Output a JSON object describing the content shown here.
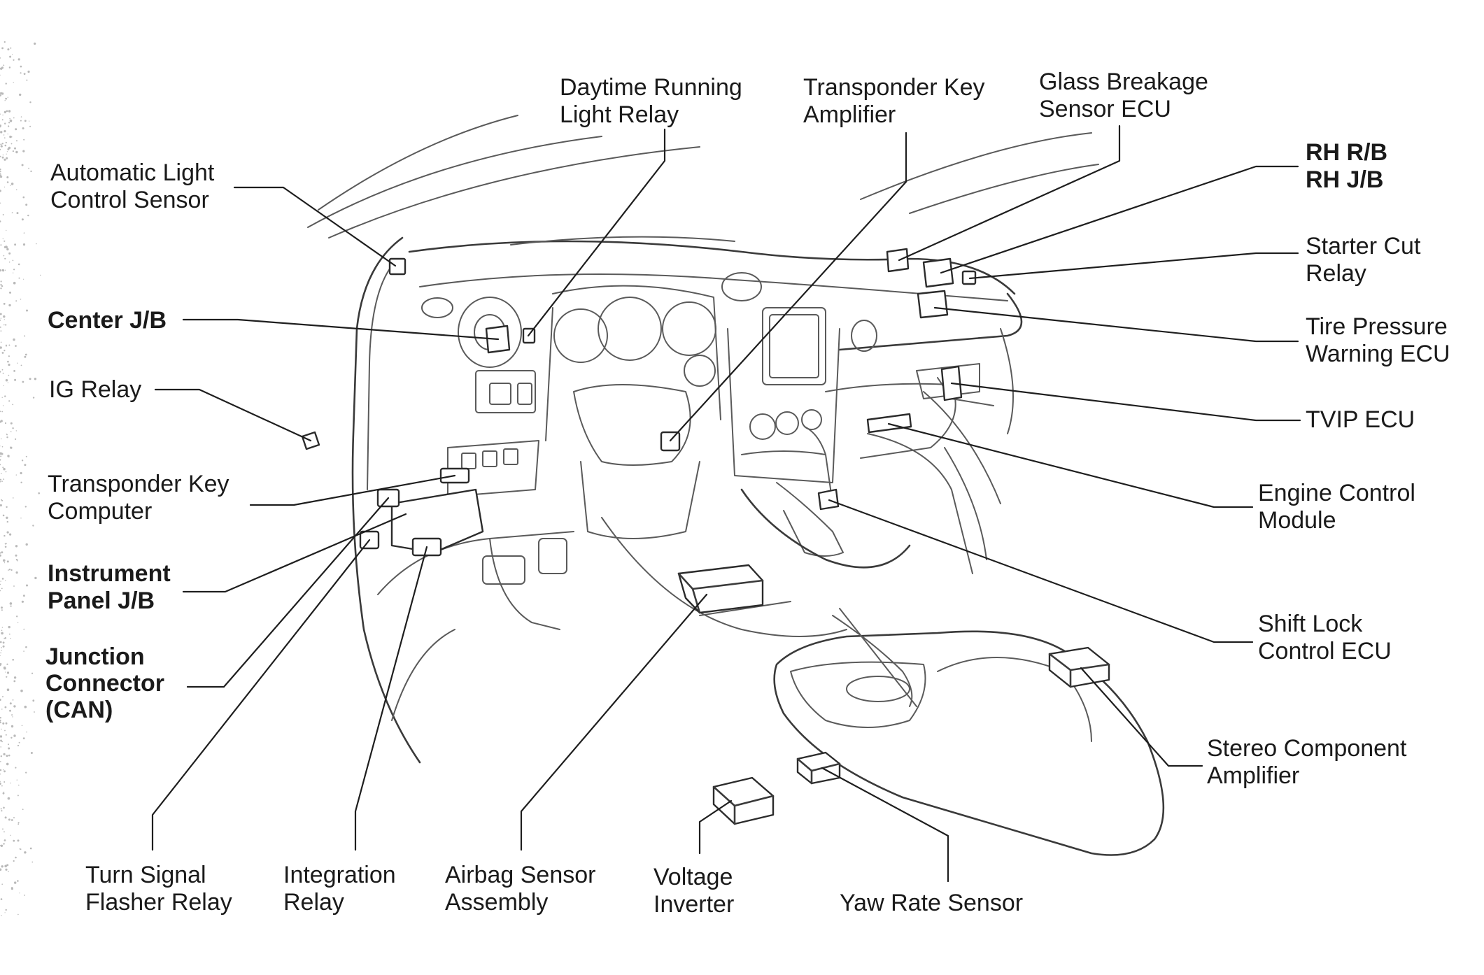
{
  "labels": [
    {
      "id": "daytime-running-light-relay",
      "lines": [
        "Daytime Running",
        "Light Relay"
      ],
      "bold": false
    },
    {
      "id": "transponder-key-amplifier",
      "lines": [
        "Transponder Key",
        "Amplifier"
      ],
      "bold": false
    },
    {
      "id": "glass-breakage-sensor-ecu",
      "lines": [
        "Glass Breakage",
        "Sensor ECU"
      ],
      "bold": false
    },
    {
      "id": "rh-rb-rh-jb",
      "lines": [
        "RH R/B",
        "RH J/B"
      ],
      "bold": true
    },
    {
      "id": "automatic-light-control-sensor",
      "lines": [
        "Automatic Light",
        "Control Sensor"
      ],
      "bold": false
    },
    {
      "id": "starter-cut-relay",
      "lines": [
        "Starter Cut",
        "Relay"
      ],
      "bold": false
    },
    {
      "id": "tire-pressure-warning-ecu",
      "lines": [
        "Tire Pressure",
        "Warning ECU"
      ],
      "bold": false
    },
    {
      "id": "center-jb",
      "lines": [
        "Center J/B"
      ],
      "bold": true
    },
    {
      "id": "ig-relay",
      "lines": [
        "IG Relay"
      ],
      "bold": false
    },
    {
      "id": "tvip-ecu",
      "lines": [
        "TVIP ECU"
      ],
      "bold": false
    },
    {
      "id": "transponder-key-computer",
      "lines": [
        "Transponder Key",
        "Computer"
      ],
      "bold": false
    },
    {
      "id": "engine-control-module",
      "lines": [
        "Engine Control",
        "Module"
      ],
      "bold": false
    },
    {
      "id": "instrument-panel-jb",
      "lines": [
        "Instrument",
        "Panel J/B"
      ],
      "bold": true
    },
    {
      "id": "shift-lock-control-ecu",
      "lines": [
        "Shift Lock",
        "Control ECU"
      ],
      "bold": false
    },
    {
      "id": "junction-connector-can",
      "lines": [
        "Junction",
        "Connector",
        "(CAN)"
      ],
      "bold": true
    },
    {
      "id": "stereo-component-amplifier",
      "lines": [
        "Stereo Component",
        "Amplifier"
      ],
      "bold": false
    },
    {
      "id": "turn-signal-flasher-relay",
      "lines": [
        "Turn Signal",
        "Flasher Relay"
      ],
      "bold": false
    },
    {
      "id": "integration-relay",
      "lines": [
        "Integration",
        "Relay"
      ],
      "bold": false
    },
    {
      "id": "airbag-sensor-assembly",
      "lines": [
        "Airbag Sensor",
        "Assembly"
      ],
      "bold": false
    },
    {
      "id": "voltage-inverter",
      "lines": [
        "Voltage",
        "Inverter"
      ],
      "bold": false
    },
    {
      "id": "yaw-rate-sensor",
      "lines": [
        "Yaw Rate Sensor"
      ],
      "bold": false
    }
  ]
}
